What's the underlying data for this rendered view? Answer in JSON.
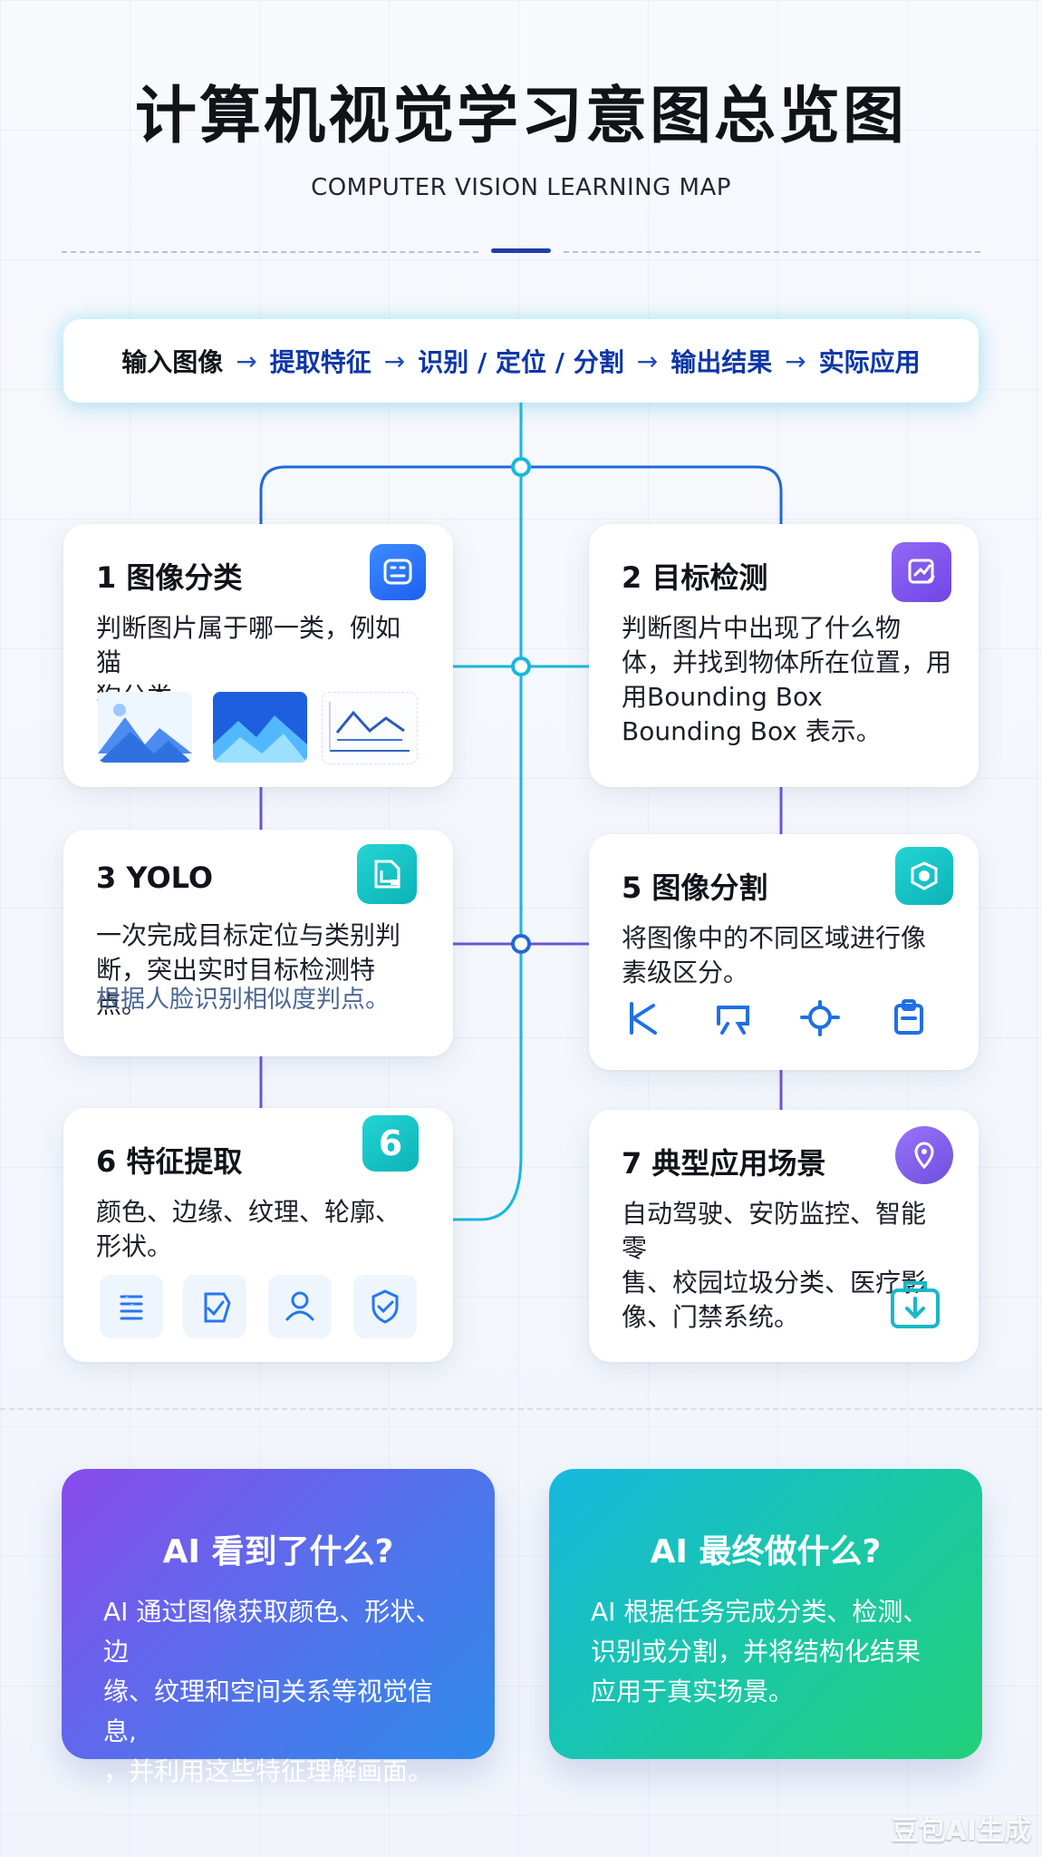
{
  "header": {
    "title": "计算机视觉学习意图总览图",
    "subtitle": "COMPUTER VISION LEARNING MAP"
  },
  "pipeline": {
    "steps": [
      "输入图像",
      "提取特征",
      "识别 / 定位 / 分割",
      "输出结果",
      "实际应用"
    ],
    "arrow": "→"
  },
  "cards": {
    "classification": {
      "title": "1 图像分类",
      "description": "判断图片属于哪一类，例如猫\n狗分类。",
      "icon": "image-classification-icon",
      "thumbnails": [
        "mountain-landscape-thumbnail",
        "dark-mountain-thumbnail",
        "line-chart-thumbnail"
      ]
    },
    "detection": {
      "title": "2 目标检测",
      "description": "判断图片中出现了什么物\n体，并找到物体所在位置，用\n用Bounding Box\nBounding Box 表示。",
      "icon": "target-detection-icon"
    },
    "yolo": {
      "title": "3  YOLO",
      "description": "一次完成目标定位与类别判\n断，突出实时目标检测特点。",
      "note": "根据人脸识别相似度判点。",
      "icon": "yolo-icon"
    },
    "segmentation": {
      "title": "5 图像分割",
      "description": "将图像中的不同区域进行像\n素级区分。",
      "icon": "segmentation-icon",
      "tools": [
        "lasso-icon",
        "shape-select-icon",
        "node-select-icon",
        "clipboard-icon"
      ]
    },
    "features": {
      "title": "6 特征提取",
      "description": "颜色、边缘、纹理、轮廓、\n形状。",
      "badge_number": "6",
      "icons": [
        "lines-icon",
        "checked-shape-icon",
        "user-icon",
        "shield-icon"
      ]
    },
    "applications": {
      "title": "7 典型应用场景",
      "description": "自动驾驶、安防监控、智能零\n售、校园垃圾分类、医疗影\n像、门禁系统。",
      "icon": "location-icon",
      "scene_icon": "download-box-icon"
    }
  },
  "summaries": {
    "left": {
      "title": "AI 看到了什么?",
      "body": "AI 通过图像获取颜色、形状、边\n缘、纹理和空间关系等视觉信息,\n，并利用这些特征理解画面。"
    },
    "right": {
      "title": "AI 最终做什么?",
      "body": "AI 根据任务完成分类、检测、\n识别或分割，并将结构化结果\n应用于真实场景。"
    }
  },
  "watermark": "豆包AI生成",
  "colors": {
    "title": "#111318",
    "pipeline_step": "#0d36a7",
    "connector_blue": "#2168d8",
    "connector_teal": "#16b8da",
    "connector_purple": "#6b55d6",
    "summary_left_start": "#8a4bed",
    "summary_left_end": "#2e8bea",
    "summary_right_start": "#17b8df",
    "summary_right_end": "#22d07a"
  }
}
